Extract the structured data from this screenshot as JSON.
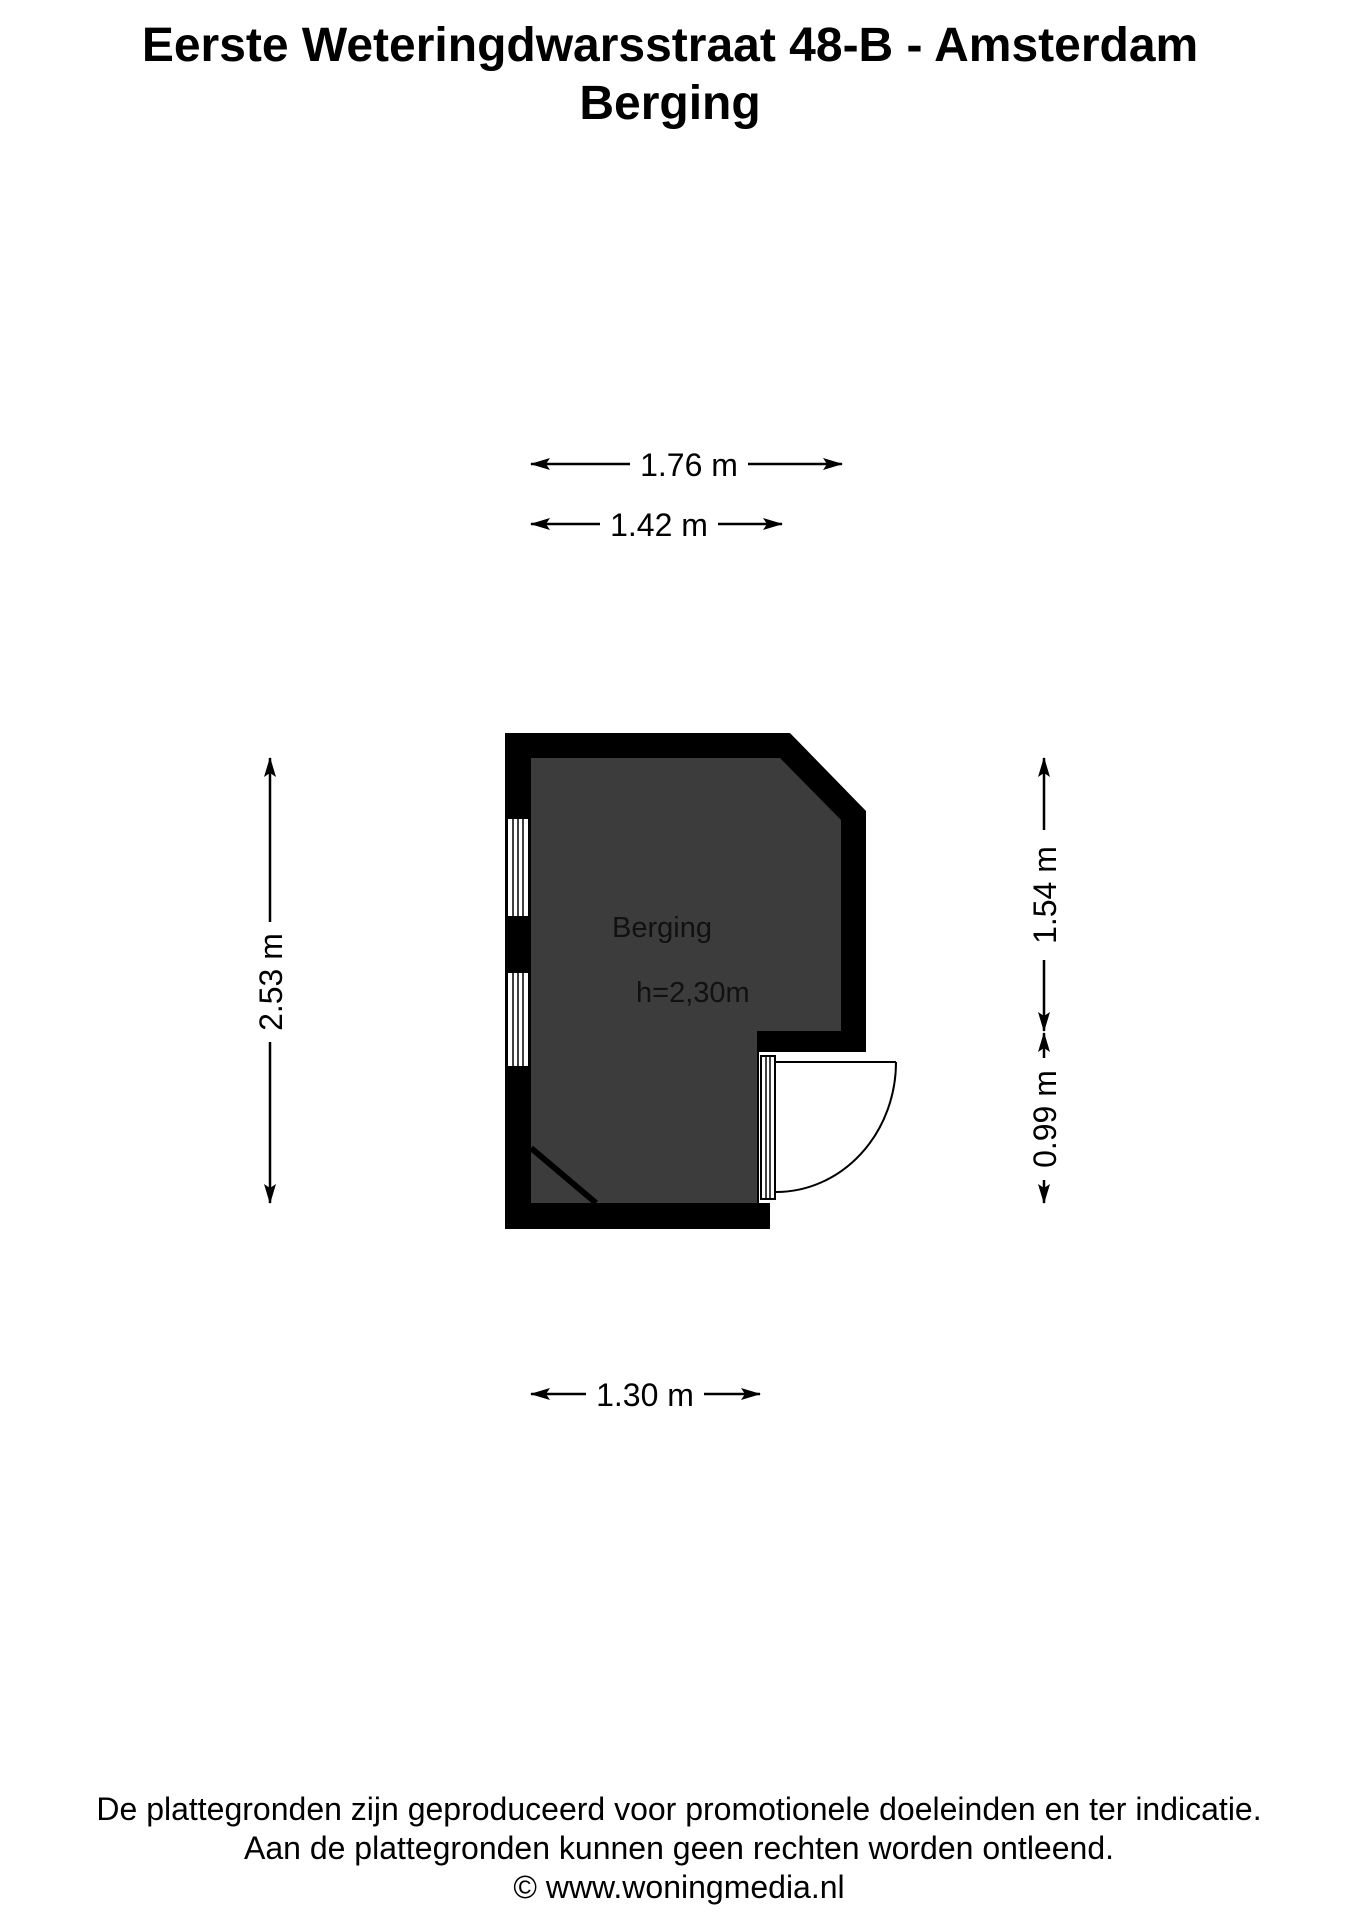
{
  "header": {
    "address": "Eerste Weteringdwarsstraat 48-B - Amsterdam",
    "floor": "Berging"
  },
  "floorplan": {
    "room": {
      "name": "Berging",
      "height": "h=2,30m"
    },
    "dimensions": {
      "top_outer": "1.76 m",
      "top_inner": "1.42 m",
      "bottom": "1.30 m",
      "left": "2.53 m",
      "right_upper": "1.54 m",
      "right_lower": "0.99 m"
    },
    "colors": {
      "wall": "#000000",
      "floor": "#3c3c3c",
      "window": "#ffffff"
    }
  },
  "footer": {
    "line1": "De plattegronden zijn geproduceerd voor promotionele doeleinden en ter indicatie.",
    "line2": "Aan de plattegronden kunnen geen rechten worden ontleend.",
    "line3": "© www.woningmedia.nl"
  }
}
